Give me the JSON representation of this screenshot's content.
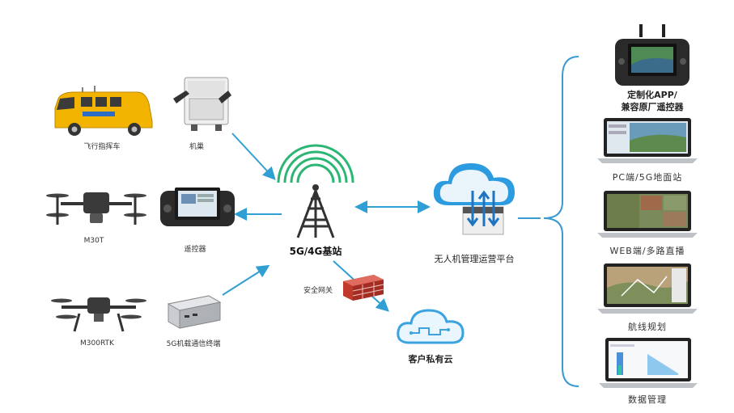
{
  "left_devices": [
    {
      "label": "飞行指挥车",
      "icon": "command-van-icon"
    },
    {
      "label": "机巢",
      "icon": "drone-dock-icon"
    },
    {
      "label": "M30T",
      "icon": "drone-m30t-icon"
    },
    {
      "label": "遥控器",
      "icon": "remote-controller-icon"
    },
    {
      "label": "M300RTK",
      "icon": "drone-m300rtk-icon"
    },
    {
      "label": "5G机载通信终端",
      "icon": "5g-terminal-icon"
    }
  ],
  "center": {
    "tower_label": "5G/4G基站",
    "gateway_label": "安全网关",
    "private_cloud_label": "客户私有云",
    "platform_label": "无人机管理运营平台"
  },
  "right_items": [
    {
      "label": "定制化APP/\n兼容原厂遥控器",
      "icon": "controller-app-icon"
    },
    {
      "label": "PC端/5G地面站",
      "icon": "laptop-map-icon"
    },
    {
      "label": "WEB端/多路直播",
      "icon": "laptop-satellite-icon"
    },
    {
      "label": "航线规划",
      "icon": "laptop-route-icon"
    },
    {
      "label": "数据管理",
      "icon": "laptop-data-icon"
    }
  ],
  "colors": {
    "connector": "#2f9fd4",
    "brace": "#3a9bd0",
    "van": "#f2b400",
    "firewall": "#c0392b",
    "cloud": "#3aa3e0"
  }
}
